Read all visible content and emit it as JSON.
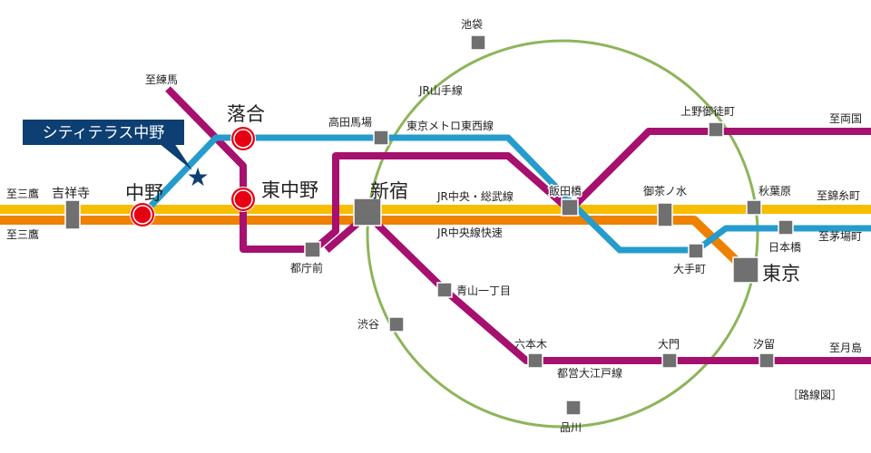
{
  "colors": {
    "yamanote": "#8db55a",
    "chuo_sobu": "#f7bd00",
    "chuo_rapid": "#ef8100",
    "tozai": "#259ccc",
    "oedo": "#a6106e",
    "station": "#707070",
    "highlight": "#e60012",
    "callout": "#0d3f72"
  },
  "lines": {
    "yamanote": "JR山手線",
    "tozai": "東京メトロ東西線",
    "chuo_sobu": "JR中央・総武線",
    "chuo_rapid": "JR中央線快速",
    "oedo": "都営大江戸線"
  },
  "directions": {
    "nerima": "至練馬",
    "mitaka1": "至三鷹",
    "mitaka2": "至三鷹",
    "ryogoku": "至両国",
    "kinshicho": "至錦糸町",
    "kayabacho": "至茅場町",
    "tsukishima": "至月島"
  },
  "highlight_stations": {
    "nakano": "中野",
    "ochiai": "落合",
    "higashinakano": "東中野"
  },
  "stations": {
    "kichijoji": "吉祥寺",
    "takadanobaba": "高田馬場",
    "shinjuku": "新宿",
    "tochomae": "都庁前",
    "ikebukuro": "池袋",
    "iidabashi": "飯田橋",
    "ochanomizu": "御茶ノ水",
    "akihabara": "秋葉原",
    "ueno_okachimachi": "上野御徒町",
    "nihonbashi": "日本橋",
    "otemachi": "大手町",
    "tokyo": "東京",
    "aoyama": "青山一丁目",
    "shibuya": "渋谷",
    "roppongi": "六本木",
    "daimon": "大門",
    "shiodome": "汐留",
    "shinagawa": "品川"
  },
  "callout": "シティテラス中野",
  "map_caption": "［路線図］"
}
